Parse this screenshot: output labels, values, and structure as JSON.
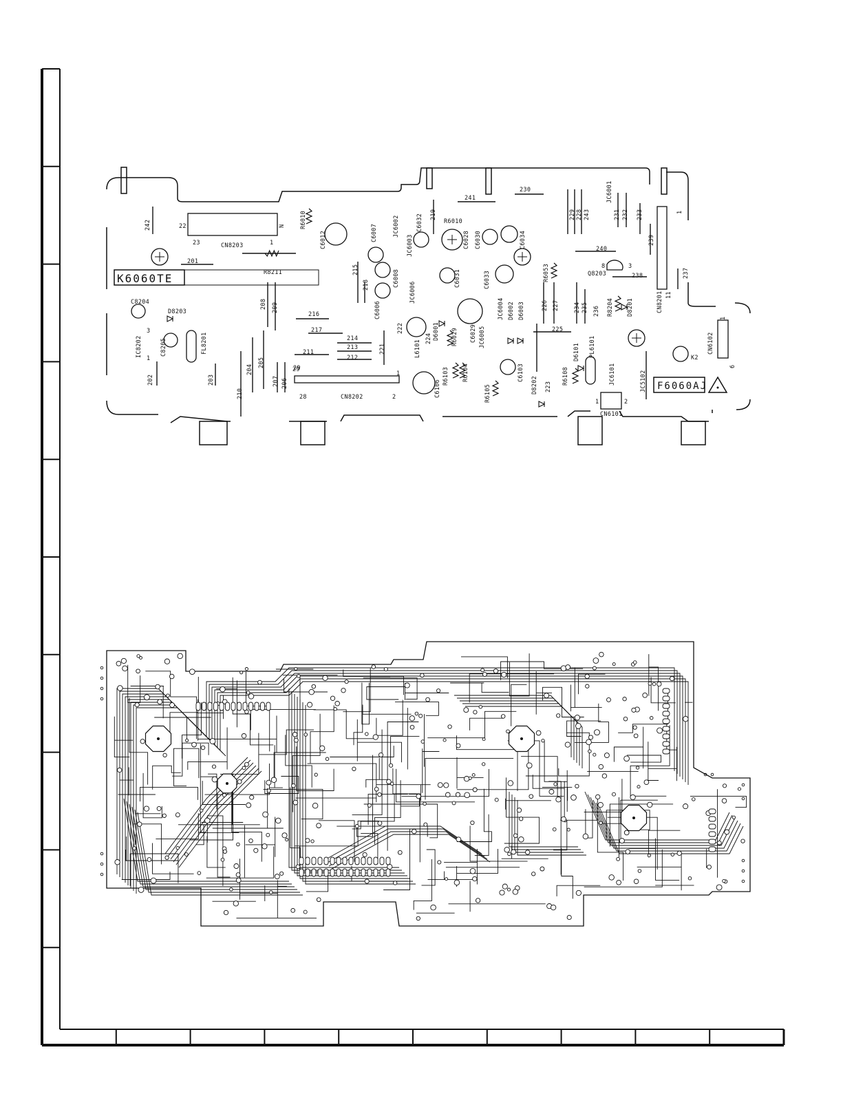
{
  "component_side": {
    "model_marks": [
      "K6060TE",
      "F6060AJ"
    ],
    "connectors": [
      "CN8203",
      "CN8202",
      "CN8201",
      "CN6101",
      "CN6102"
    ],
    "connector_pins": [
      "22",
      "23",
      "1",
      "N",
      "29",
      "28",
      "1",
      "2",
      "1",
      "11",
      "1",
      "2",
      "1",
      "6"
    ],
    "resistors": [
      "R8211",
      "R6010",
      "R6010",
      "R6053",
      "R8204",
      "R6029",
      "R6103",
      "R6104",
      "R6105",
      "R6108"
    ],
    "capacitors": [
      "C6012",
      "C6007",
      "C6032",
      "C6028",
      "C6030",
      "C6034",
      "C6008",
      "C6031",
      "C6033",
      "C6006",
      "C6029",
      "C6106",
      "C6103",
      "C8204",
      "C8205"
    ],
    "diodes": [
      "D8203",
      "D6001",
      "D6002",
      "D6003",
      "D8202",
      "D6101",
      "D8201"
    ],
    "jumpers": [
      "JC6002",
      "JC6003",
      "JC6006",
      "JC6004",
      "JC6005",
      "JC6001",
      "JC6101",
      "JC5102"
    ],
    "others": [
      "IC8202",
      "FL8201",
      "Q8203",
      "L6101",
      "PL6101",
      "K2"
    ],
    "pin_marks": [
      "3",
      "1",
      "8",
      "3"
    ],
    "wire_numbers": [
      "201",
      "202",
      "203",
      "204",
      "205",
      "206",
      "207",
      "208",
      "209",
      "210",
      "211",
      "212",
      "213",
      "214",
      "215",
      "216",
      "217",
      "218",
      "219",
      "221",
      "222",
      "223",
      "224",
      "225",
      "226",
      "227",
      "228",
      "229",
      "230",
      "231",
      "232",
      "233",
      "234",
      "235",
      "236",
      "237",
      "238",
      "239",
      "240",
      "241",
      "242",
      "243",
      "29"
    ]
  },
  "frame": {
    "rows": 10,
    "cols": 10
  }
}
